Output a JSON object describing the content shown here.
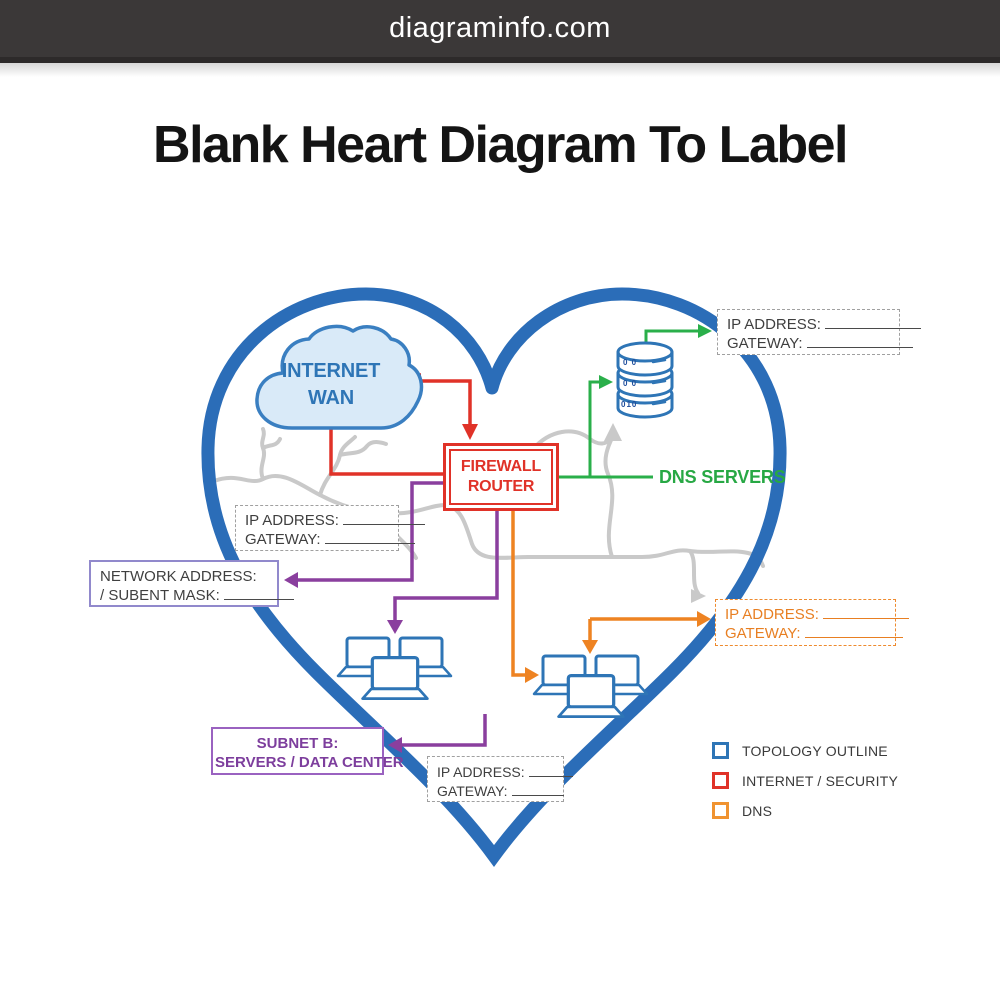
{
  "header": {
    "site_name": "diagraminfo.com"
  },
  "page": {
    "title": "Blank Heart Diagram To Label"
  },
  "diagram": {
    "internet_cloud": {
      "line1": "INTERNET",
      "line2": "WAN"
    },
    "firewall": {
      "line1": "FIREWALL",
      "line2": "ROUTER"
    },
    "dns_servers_label": "DNS SERVERS",
    "database_bits": {
      "b0": "0 0",
      "b1": "0 0",
      "b2": "010"
    },
    "label_boxes": {
      "top_right": {
        "line1": "IP ADDRESS:",
        "line2": "GATEWAY:"
      },
      "wan_side": {
        "line1": "IP ADDRESS:",
        "line2": "GATEWAY:"
      },
      "network_address": {
        "line1": "NETWORK ADDRESS:",
        "line2": "/ SUBENT MASK:"
      },
      "dns_side": {
        "line1": "IP ADDRESS:",
        "line2": "GATEWAY:"
      },
      "subnet_b": {
        "line1": "SUBNET B:",
        "line2": "SERVERS / DATA CENTER"
      },
      "bottom_center": {
        "line1": "IP ADDRESS:",
        "line2": "GATEWAY:"
      }
    },
    "colors": {
      "topology_blue": "#2b6db8",
      "security_red": "#e03228",
      "dns_green": "#2aaf4a",
      "subnet_purple": "#8a3f9e",
      "dns_orange": "#ee8322",
      "icon_blue": "#2e75b6",
      "vein_gray": "#c9c9c9"
    }
  },
  "legend": {
    "items": [
      {
        "label": "TOPOLOGY OUTLINE",
        "color": "#2e75b6"
      },
      {
        "label": "INTERNET / SECURITY",
        "color": "#e03228"
      },
      {
        "label": "DNS",
        "color": "#f09330"
      }
    ]
  }
}
